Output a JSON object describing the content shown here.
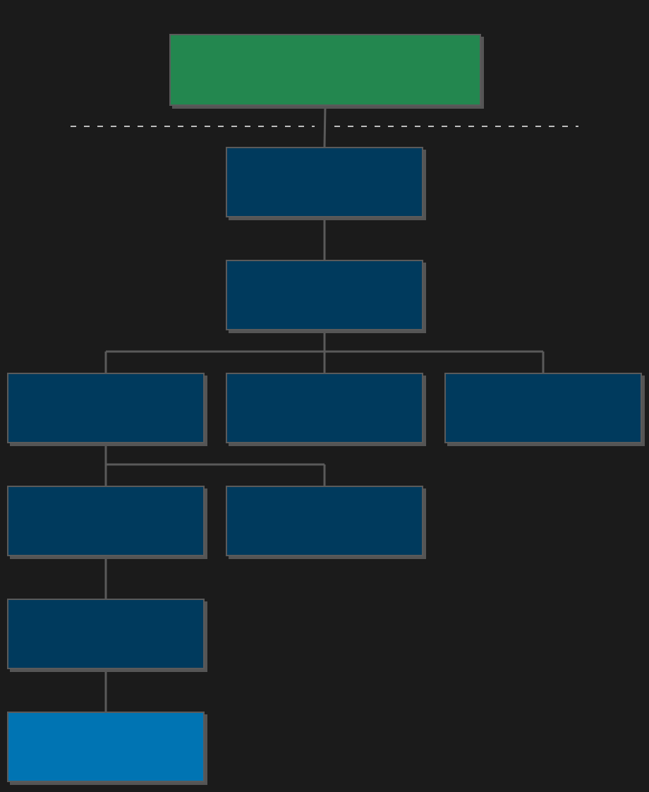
{
  "colors": {
    "background": "#1b1b1b",
    "connector": "#5a5a5a",
    "separator": "#bdbdbd",
    "root": "#23874f",
    "node": "#003a5d",
    "leaf": "#0074b3"
  },
  "nodes": [
    {
      "id": "root",
      "parent": null,
      "kind": "root",
      "label": ""
    },
    {
      "id": "level-1",
      "parent": "root",
      "kind": "node",
      "label": ""
    },
    {
      "id": "level-2",
      "parent": "level-1",
      "kind": "node",
      "label": ""
    },
    {
      "id": "branch-left",
      "parent": "level-2",
      "kind": "node",
      "label": ""
    },
    {
      "id": "branch-middle",
      "parent": "level-2",
      "kind": "node",
      "label": ""
    },
    {
      "id": "branch-right",
      "parent": "level-2",
      "kind": "node",
      "label": ""
    },
    {
      "id": "left-child-a",
      "parent": "branch-left",
      "kind": "node",
      "label": ""
    },
    {
      "id": "left-child-b",
      "parent": "branch-left",
      "kind": "node",
      "label": ""
    },
    {
      "id": "left-grandchild",
      "parent": "left-child-a",
      "kind": "node",
      "label": ""
    },
    {
      "id": "leaf",
      "parent": "left-grandchild",
      "kind": "leaf",
      "label": ""
    }
  ]
}
